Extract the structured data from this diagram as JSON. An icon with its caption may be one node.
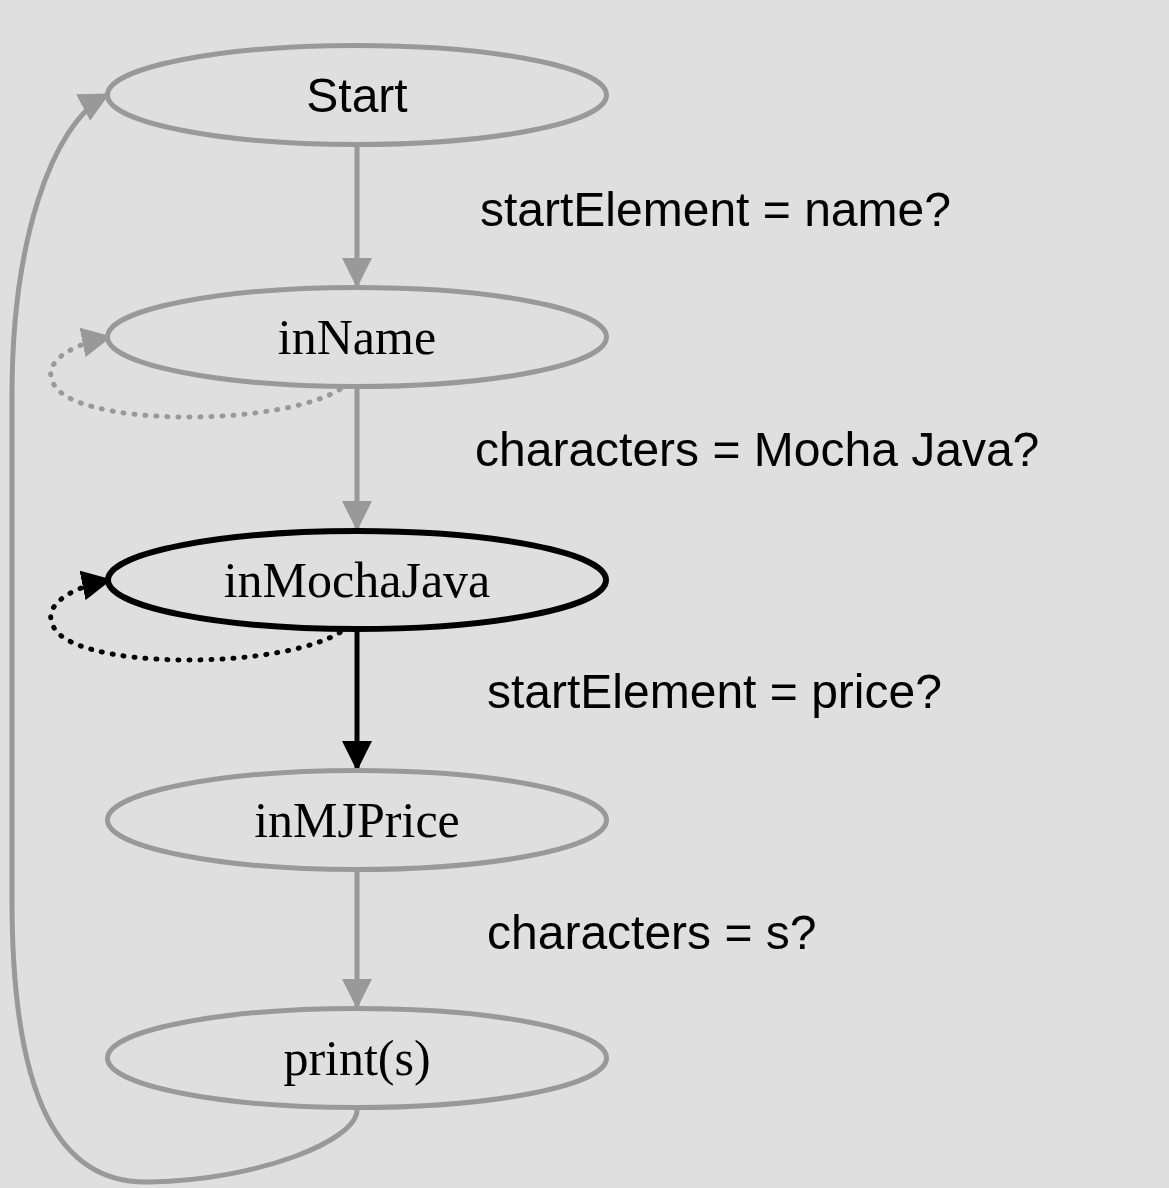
{
  "diagram": {
    "nodes": [
      {
        "text": [
          "Start"
        ]
      },
      {
        "text": [
          "inName"
        ]
      },
      {
        "text": [
          "inMochaJava"
        ]
      },
      {
        "text": [
          "inMJPrice"
        ]
      },
      {
        "text": [
          "print(s)"
        ]
      }
    ],
    "edges": [
      {
        "from": 0,
        "to": 1,
        "arrow": "to",
        "label": "startElement = name?"
      },
      {
        "from": 1,
        "to": 1,
        "arrow": "to",
        "style": "dashed"
      },
      {
        "from": 1,
        "to": 2,
        "arrow": "to",
        "label": "characters = Mocha Java?"
      },
      {
        "from": 2,
        "to": 2,
        "arrow": "to",
        "style": "dashed",
        "color": "#000000"
      },
      {
        "from": 2,
        "to": 3,
        "arrow": "to",
        "color": "#000000",
        "label": "startElement = price?"
      },
      {
        "from": 3,
        "to": 4,
        "arrow": "to",
        "label": "characters = s?"
      },
      {
        "from": 4,
        "to": 0,
        "arrow": "to"
      }
    ]
  }
}
